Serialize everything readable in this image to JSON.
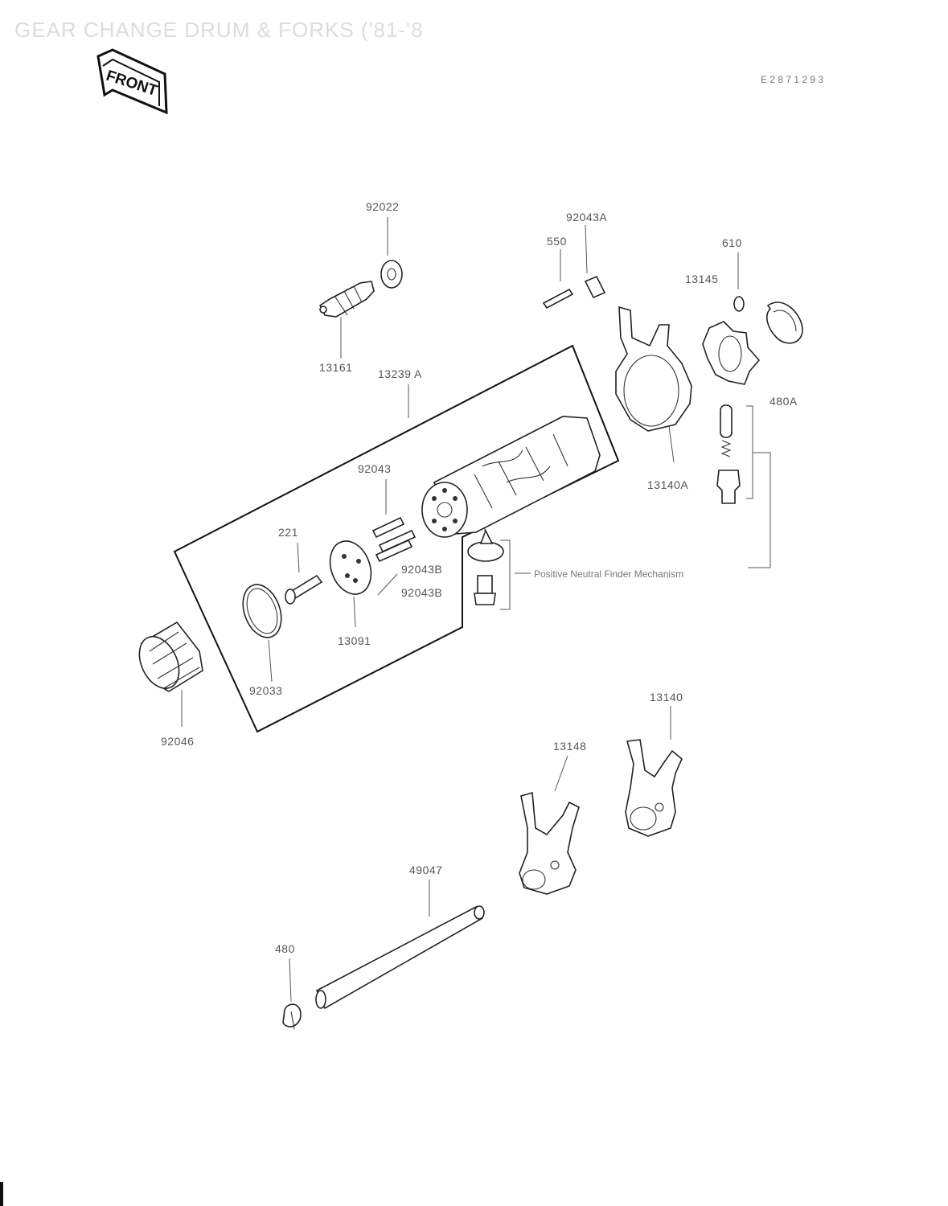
{
  "diagram": {
    "title": "GEAR CHANGE DRUM & FORKS ('81-'8",
    "ref_code": "E 2 8 7 1 2 9 3",
    "front_label": "FRONT",
    "labels": {
      "p92022": "92022",
      "p13161": "13161",
      "p92043A": "92043A",
      "p550": "550",
      "p610": "610",
      "p13145": "13145",
      "p480A": "480A",
      "p13140A": "13140A",
      "p13239A": "13239 A",
      "p92043": "92043",
      "p221": "221",
      "p92043B_1": "92043B",
      "p92043B_2": "92043B",
      "p13091": "13091",
      "p92033": "92033",
      "p92046": "92046",
      "p13140": "13140",
      "p13148": "13148",
      "p49047": "49047",
      "p480": "480",
      "note": "Positive Neutral Finder Mechanism"
    }
  }
}
